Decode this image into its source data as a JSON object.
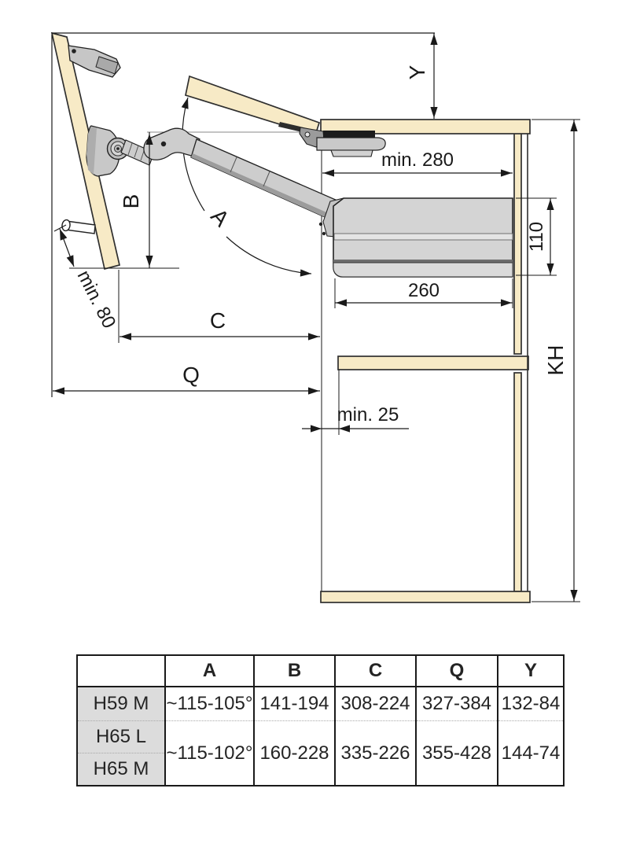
{
  "drawing": {
    "labels": {
      "y": "Y",
      "b": "B",
      "a": "A",
      "c": "C",
      "q": "Q",
      "kh": "KH",
      "min280": "min. 280",
      "d110": "110",
      "d260": "260",
      "min25": "min. 25",
      "min80": "min. 80"
    },
    "colors": {
      "panel": "#f7eac6",
      "outline": "#2f2f2f",
      "mechanism_gray": "#cdcdcd",
      "dimension": "#1a1a1a"
    }
  },
  "table": {
    "headers": [
      "",
      "A",
      "B",
      "C",
      "Q",
      "Y"
    ],
    "rows": [
      {
        "label": "H59 M",
        "a": "~115-105°",
        "b": "141-194",
        "c": "308-224",
        "q": "327-384",
        "y": "132-84"
      },
      {
        "label": "H65 L"
      },
      {
        "label": "H65 M"
      }
    ],
    "merged": {
      "a": "~115-102°",
      "b": "160-228",
      "c": "335-226",
      "q": "355-428",
      "y": "144-74"
    }
  }
}
